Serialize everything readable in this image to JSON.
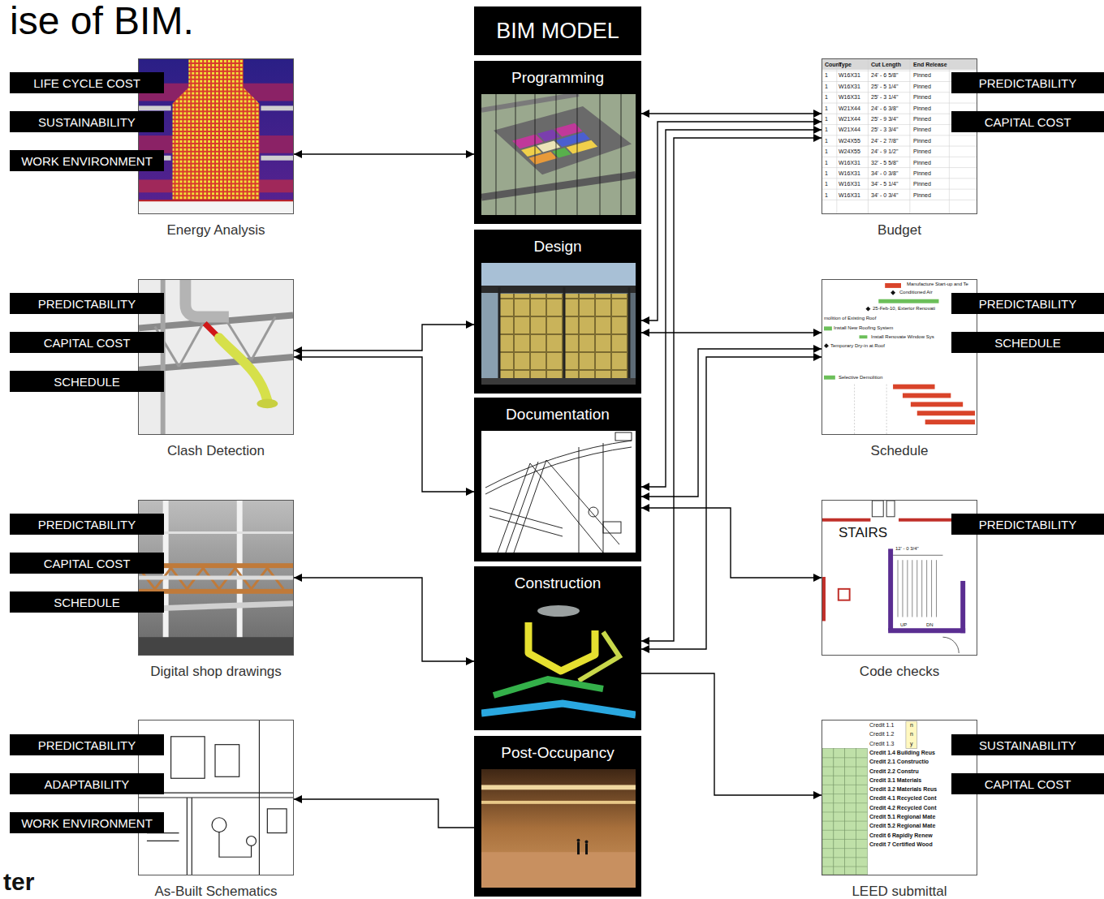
{
  "diagram": {
    "title": "ise of BIM.",
    "nodes": [
      {
        "text": [
          "BIM MODEL"
        ]
      },
      {
        "text": [
          "Programming"
        ]
      },
      {
        "text": [
          "Design"
        ]
      },
      {
        "text": [
          "Documentation"
        ]
      },
      {
        "text": [
          "Construction"
        ]
      },
      {
        "text": [
          "Post-Occupancy"
        ]
      },
      {
        "text": [
          "Energy Analysis"
        ]
      },
      {
        "text": [
          "LIFE CYCLE COST"
        ]
      },
      {
        "text": [
          "SUSTAINABILITY"
        ]
      },
      {
        "text": [
          "WORK ENVIRONMENT"
        ]
      },
      {
        "text": [
          "Clash Detection"
        ]
      },
      {
        "text": [
          "PREDICTABILITY"
        ]
      },
      {
        "text": [
          "CAPITAL COST"
        ]
      },
      {
        "text": [
          "SCHEDULE"
        ]
      },
      {
        "text": [
          "Digital shop drawings"
        ]
      },
      {
        "text": [
          "PREDICTABILITY"
        ]
      },
      {
        "text": [
          "CAPITAL COST"
        ]
      },
      {
        "text": [
          "SCHEDULE"
        ]
      },
      {
        "text": [
          "As-Built Schematics"
        ]
      },
      {
        "text": [
          "PREDICTABILITY"
        ]
      },
      {
        "text": [
          "ADAPTABILITY"
        ]
      },
      {
        "text": [
          "WORK ENVIRONMENT"
        ]
      },
      {
        "text": [
          "Budget"
        ]
      },
      {
        "text": [
          "PREDICTABILITY"
        ]
      },
      {
        "text": [
          "CAPITAL COST"
        ]
      },
      {
        "text": [
          "Schedule"
        ]
      },
      {
        "text": [
          "PREDICTABILITY"
        ]
      },
      {
        "text": [
          "SCHEDULE"
        ]
      },
      {
        "text": [
          "Code checks"
        ]
      },
      {
        "text": [
          "PREDICTABILITY"
        ]
      },
      {
        "text": [
          "LEED submittal"
        ]
      },
      {
        "text": [
          "SUSTAINABILITY"
        ]
      },
      {
        "text": [
          "CAPITAL COST"
        ]
      }
    ],
    "edges": [
      {
        "from": 6,
        "to": 1,
        "arrow": "both"
      },
      {
        "from": 10,
        "to": 2,
        "arrow": "both"
      },
      {
        "from": 10,
        "to": 3,
        "arrow": "both"
      },
      {
        "from": 14,
        "to": 4,
        "arrow": "both"
      },
      {
        "from": 5,
        "to": 18,
        "arrow": "to"
      },
      {
        "from": 1,
        "to": 22,
        "arrow": "both"
      },
      {
        "from": 2,
        "to": 22,
        "arrow": "both"
      },
      {
        "from": 3,
        "to": 22,
        "arrow": "both"
      },
      {
        "from": 4,
        "to": 22,
        "arrow": "both"
      },
      {
        "from": 2,
        "to": 25,
        "arrow": "both"
      },
      {
        "from": 3,
        "to": 25,
        "arrow": "both"
      },
      {
        "from": 4,
        "to": 25,
        "arrow": "both"
      },
      {
        "from": 3,
        "to": 28,
        "arrow": "both"
      },
      {
        "from": 4,
        "to": 30,
        "arrow": "to"
      }
    ],
    "labels": [
      "Count",
      "Type",
      "Cut Length",
      "End Release",
      "1",
      "W16X31",
      "24' - 6 5/8\"",
      "Pinned",
      "1",
      "W16X31",
      "25' - 5 1/4\"",
      "Pinned",
      "1",
      "W16X31",
      "25' - 3 1/4\"",
      "Pinned",
      "1",
      "W21X44",
      "24' - 6 3/8\"",
      "Pinned",
      "1",
      "W21X44",
      "25' - 9 3/4\"",
      "Pinned",
      "1",
      "W21X44",
      "25' - 3 3/4\"",
      "Pinned",
      "1",
      "W24X55",
      "24' - 2 7/8\"",
      "Pinned",
      "1",
      "W24X55",
      "24' - 9 1/2\"",
      "Pinned",
      "1",
      "W16X31",
      "32' - 5 5/8\"",
      "Pinned",
      "1",
      "W16X31",
      "34' - 0 3/8\"",
      "Pinned",
      "1",
      "W16X31",
      "34' - 5 1/4\"",
      "Pinned",
      "1",
      "W16X31",
      "34' - 0 3/4\"",
      "Pinned",
      "Manufacture Start-up and Te",
      "Conditioned Air",
      "25-Feb-10, Exterior Renovati",
      "molition of Existing Roof",
      "Install New Roofing System",
      "Install Renovate Window Sys",
      "Temporary Dry-in at Roof",
      "Selective Demolition",
      "STAIRS",
      "12' - 0 3/4\"",
      "UP",
      "DN",
      "Credit 1.1",
      "Credit 1.2",
      "Credit 1.3",
      "Credit 1.4 Building Reus",
      "Credit 2.1 Constructio",
      "Credit 2.2 Constru",
      "Credit 3.1 Materials",
      "Credit 3.2 Materials Reus",
      "Credit 4.1 Recycled Cont",
      "Credit 4.2 Recycled Cont",
      "Credit 5.1 Regional Mate",
      "Credit 5.2 Regional Mate",
      "Credit 6 Rapidly Renew",
      "Credit 7 Certified Wood",
      "n",
      "n",
      "y",
      "ter"
    ]
  }
}
